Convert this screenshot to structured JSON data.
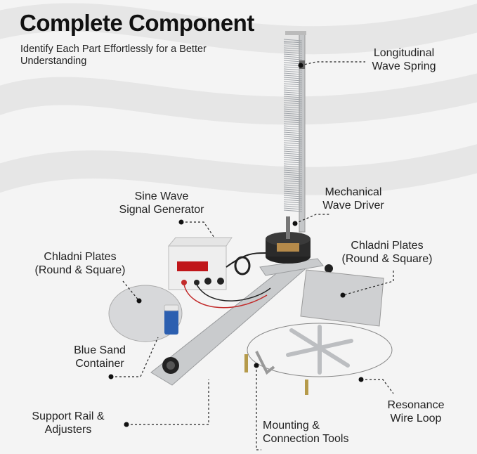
{
  "header": {
    "title": "Complete Component",
    "subtitle": "Identify Each Part Effortlessly for a Better Understanding"
  },
  "labels": {
    "spring": [
      "Longitudinal",
      "Wave Spring"
    ],
    "generator": [
      "Sine Wave",
      "Signal Generator"
    ],
    "driver": [
      "Mechanical",
      "Wave Driver"
    ],
    "plates_left": [
      "Chladni Plates",
      "(Round & Square)"
    ],
    "plates_right": [
      "Chladni Plates",
      "(Round & Square)"
    ],
    "sand": [
      "Blue Sand",
      "Container"
    ],
    "rail": [
      "Support Rail &",
      "Adjusters"
    ],
    "tools": [
      "Mounting &",
      "Connection Tools"
    ],
    "loop": [
      "Resonance",
      "Wire Loop"
    ]
  },
  "colors": {
    "accent": "#111111",
    "sand": "#2c5fb0",
    "display": "#c0161a",
    "wire": "#c22a2a"
  }
}
